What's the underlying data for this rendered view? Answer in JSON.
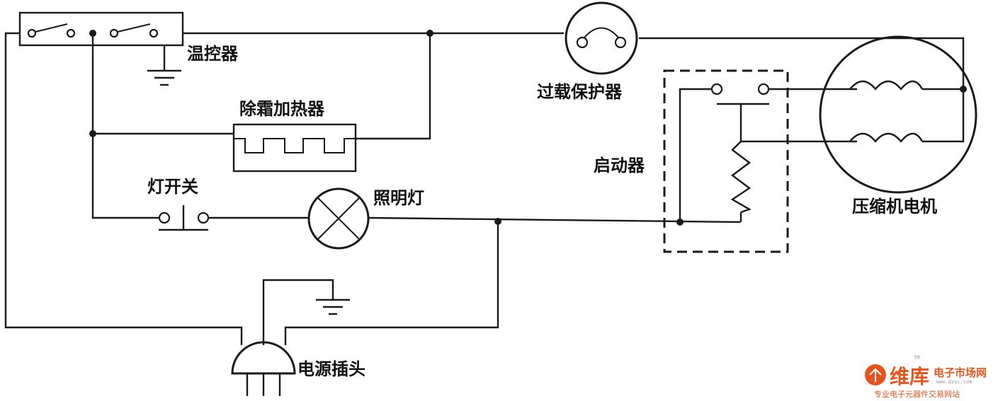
{
  "labels": {
    "thermostat": "温控器",
    "overload_protector": "过载保护器",
    "defrost_heater": "除霜加热器",
    "starter": "启动器",
    "light_switch": "灯开关",
    "lighting_lamp": "照明灯",
    "compressor_motor": "压缩机电机",
    "power_plug": "电源插头"
  },
  "watermark": {
    "brand": "维库",
    "subtitle": "电子市场网",
    "tm": "TM",
    "url": "www.dzsc.com",
    "tagline": "专业电子元器件交易网站",
    "color": "#e8541e"
  },
  "colors": {
    "ink": "#1a1a1a",
    "background": "#ffffff"
  }
}
